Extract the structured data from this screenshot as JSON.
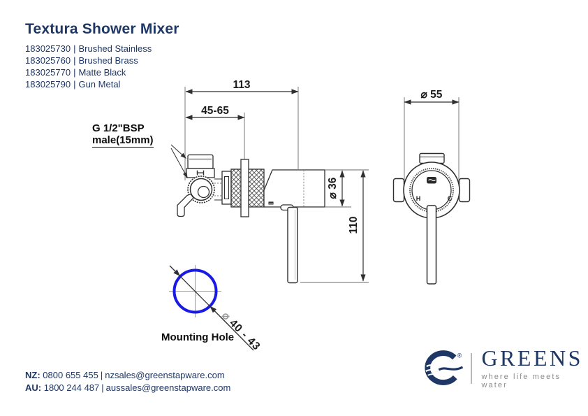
{
  "page": {
    "title": "Textura Shower Mixer"
  },
  "product_codes": {
    "separator": "|",
    "items": [
      {
        "sku": "183025730",
        "finish": "Brushed Stainless"
      },
      {
        "sku": "183025760",
        "finish": "Brushed Brass"
      },
      {
        "sku": "183025770",
        "finish": "Matte Black"
      },
      {
        "sku": "183025790",
        "finish": "Gun Metal"
      }
    ]
  },
  "drawing": {
    "labels": {
      "bsp_line1": "G 1/2\"BSP",
      "bsp_line2": "male(15mm)",
      "mounting_hole": "Mounting Hole"
    },
    "dimensions": {
      "width_overall": "113",
      "depth_adjustable": "45-65",
      "faceplate_diameter": "⌀ 55",
      "body_diameter": "⌀ 36",
      "handle_length": "110",
      "mounting_hole_symbol": "⌀",
      "mounting_hole_range": "40 - 43"
    },
    "markings": {
      "hot": "H",
      "cold": "C"
    }
  },
  "footer": {
    "contacts": [
      {
        "region": "NZ:",
        "phone": "0800 655 455",
        "separator": "|",
        "email": "nzsales@greenstapware.com"
      },
      {
        "region": "AU:",
        "phone": "1800 244 487",
        "separator": "|",
        "email": "aussales@greenstapware.com"
      }
    ]
  },
  "brand": {
    "name": "GREENS",
    "tagline": "where life meets water",
    "registered": "®"
  },
  "colors": {
    "navy": "#1e3765",
    "tagline_gray": "#8c8c8c",
    "line": "#2f2f2f",
    "hole_blue": "#1a1ae6"
  }
}
